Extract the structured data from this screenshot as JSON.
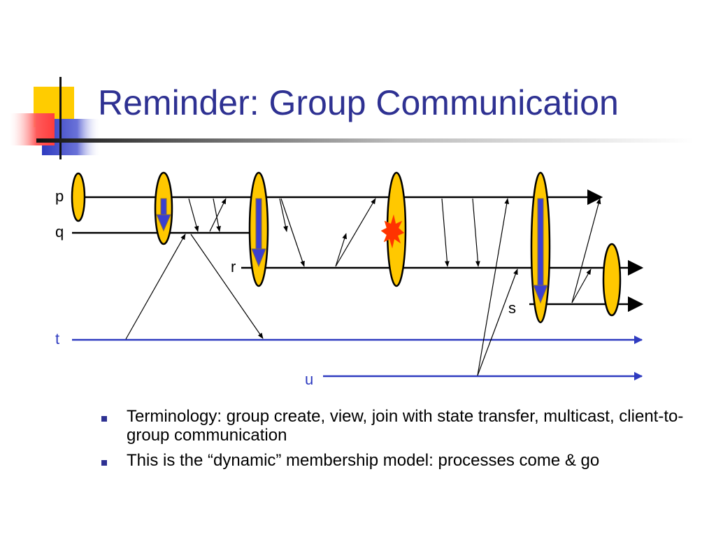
{
  "slide": {
    "title": "Reminder: Group Communication"
  },
  "diagram": {
    "process_labels": {
      "p": "p",
      "q": "q",
      "r": "r",
      "s": "s",
      "t": "t",
      "u": "u"
    },
    "colors": {
      "group_process_line": "#000000",
      "client_line": "#2E3BC0",
      "view_ellipse_fill": "#FFC800",
      "view_ellipse_stroke": "#000000",
      "state_transfer_arrow": "#3A3FD0",
      "crash_marker": "#FF3300",
      "label_blue": "#2E3BC0"
    },
    "icons": {
      "view_change": "ellipse",
      "state_transfer": "down-arrow",
      "crash": "burst-star"
    }
  },
  "bullets": [
    {
      "text": "Terminology: group create, view, join with state transfer, multicast, client-to-group communication"
    },
    {
      "text": "This is the “dynamic” membership model: processes come & go"
    }
  ]
}
